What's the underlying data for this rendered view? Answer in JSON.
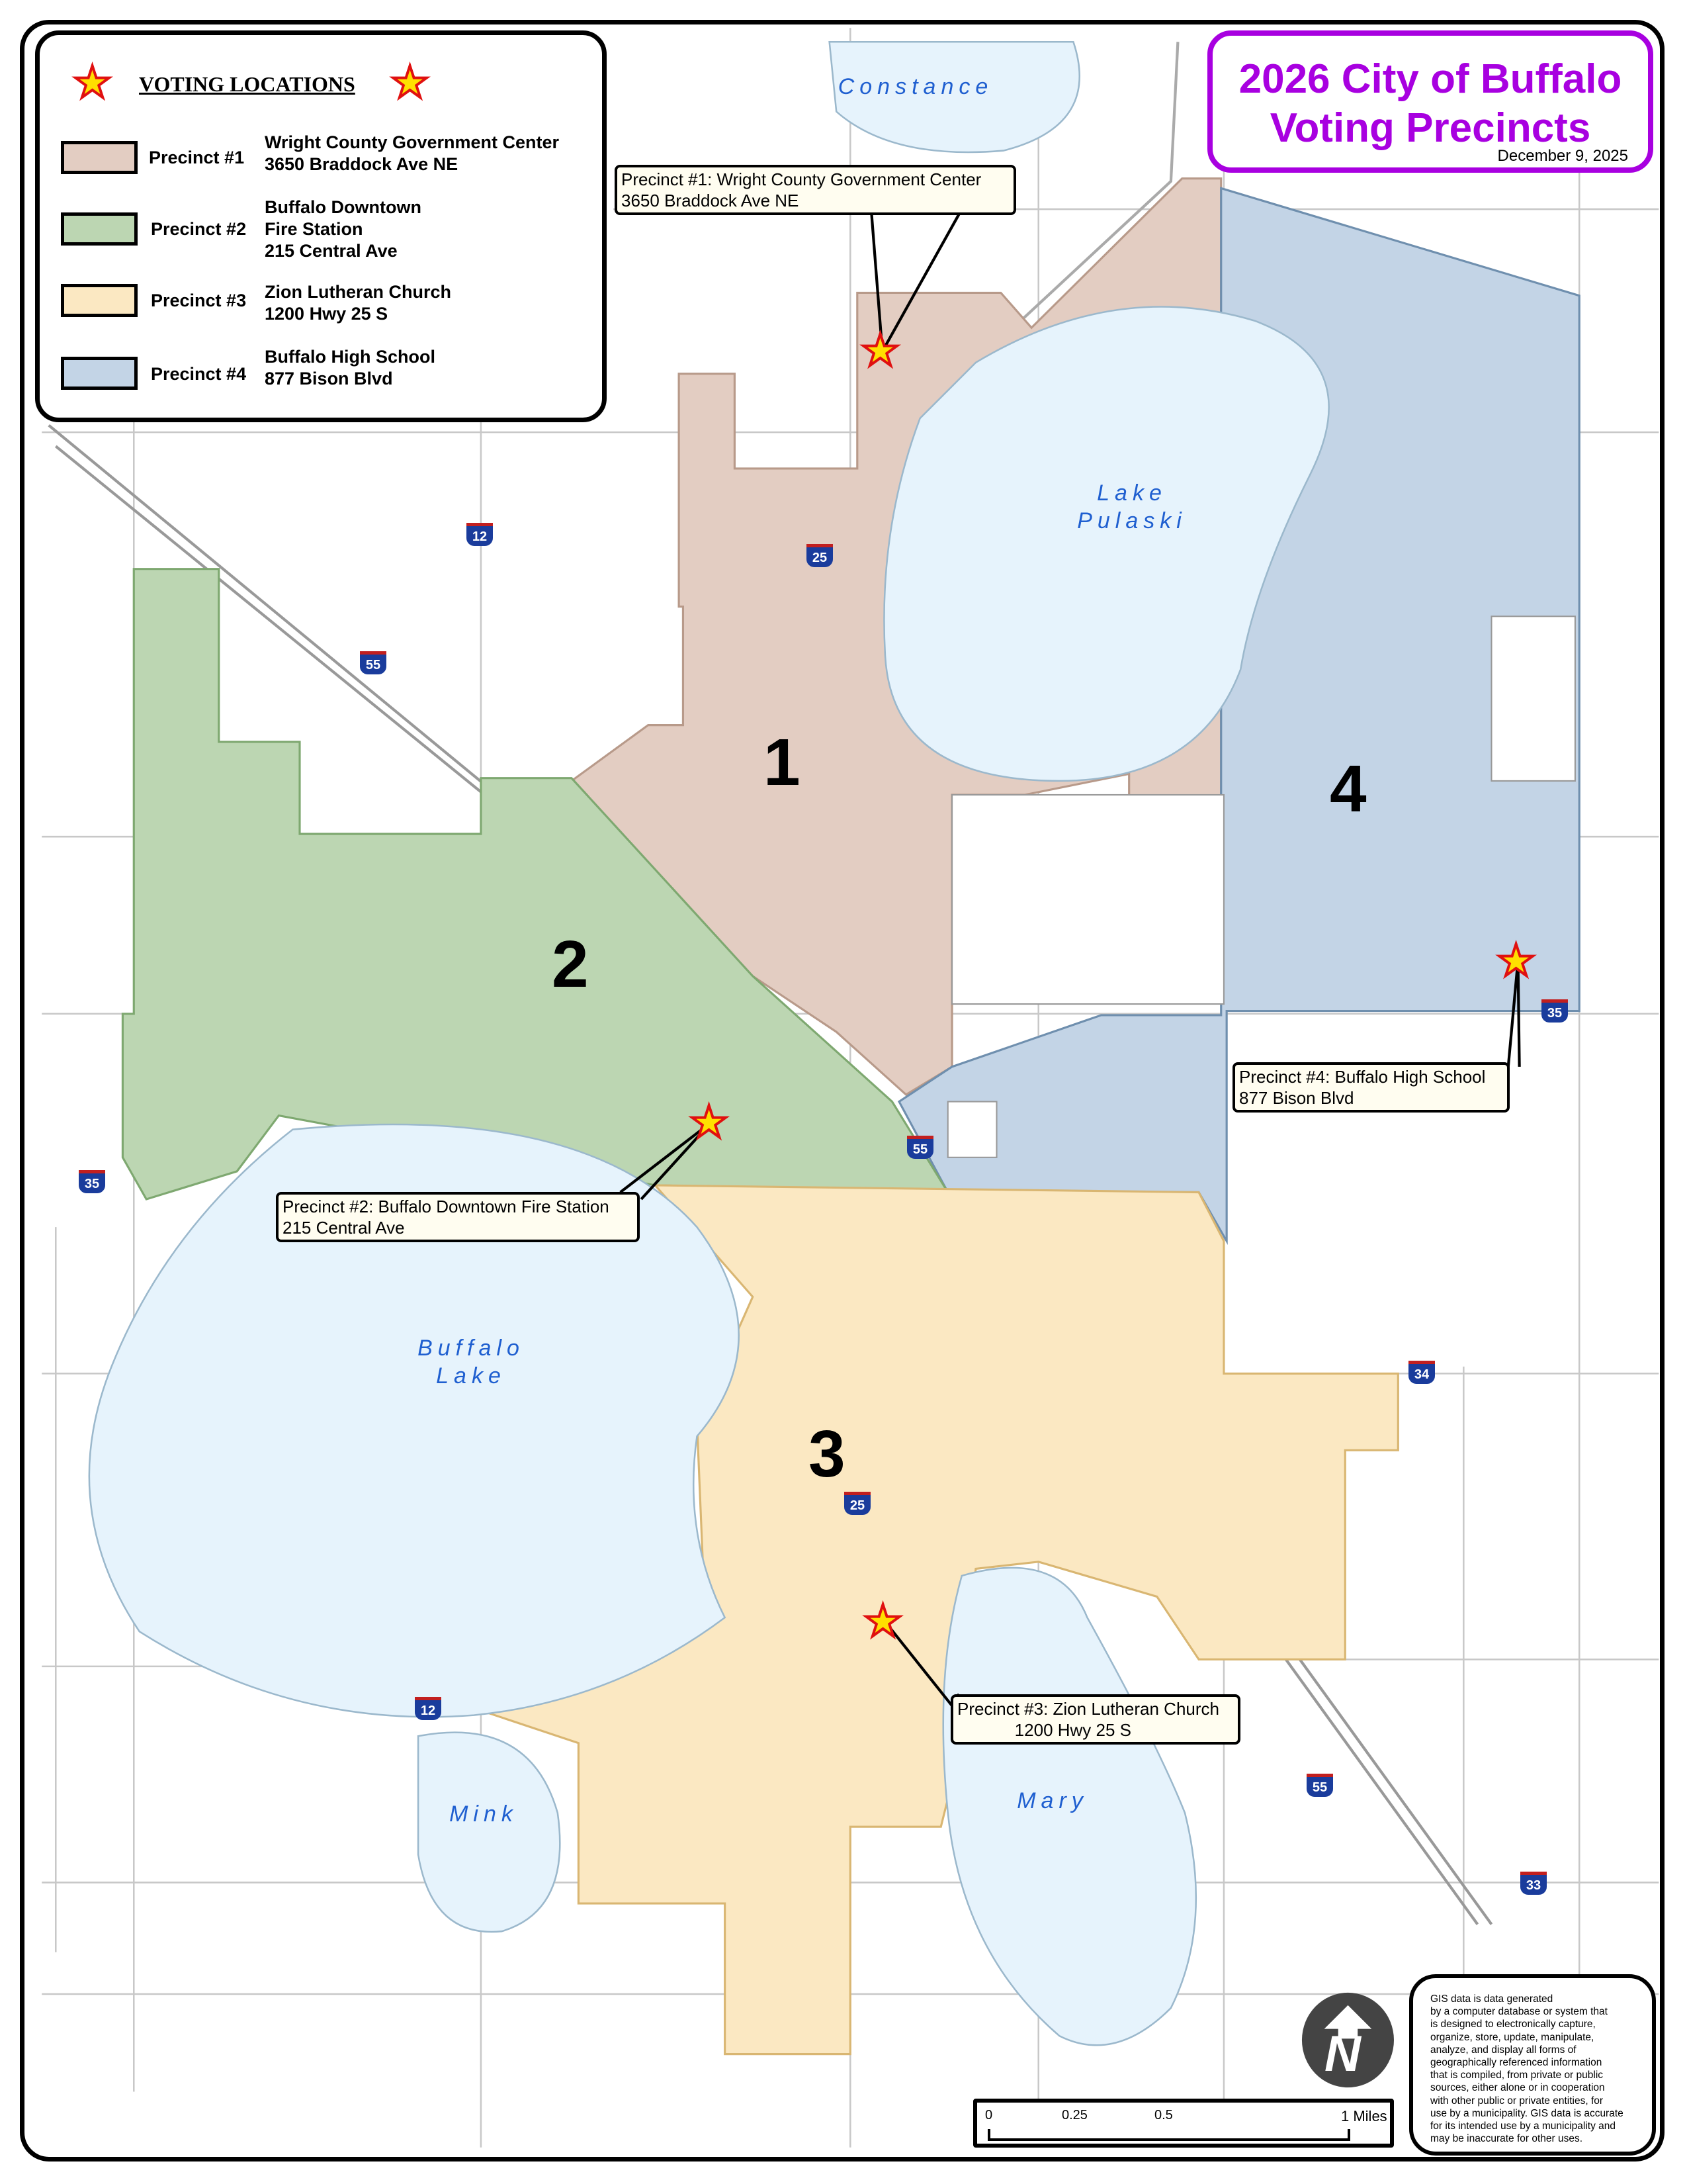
{
  "title": {
    "line1": "2026 City of Buffalo",
    "line2": "Voting Precincts",
    "date": "December 9, 2025",
    "color": "#a800e0"
  },
  "legend": {
    "heading": "VOTING LOCATIONS",
    "items": [
      {
        "label": "Precinct #1",
        "address": "Wright County Government Center\n3650 Braddock Ave NE",
        "color": "#e3cdc2"
      },
      {
        "label": "Precinct #2",
        "address": "Buffalo Downtown\nFire Station\n215 Central Ave",
        "color": "#bcd6b2"
      },
      {
        "label": "Precinct #3",
        "address": "Zion Lutheran Church\n1200 Hwy 25 S",
        "color": "#fbe8c2"
      },
      {
        "label": "Precinct #4",
        "address": "Buffalo High School\n877 Bison Blvd",
        "color": "#c3d4e6"
      }
    ]
  },
  "callouts": [
    {
      "text": "Precinct #1: Wright County Government Center\n3650 Braddock Ave NE"
    },
    {
      "text": "Precinct #2: Buffalo Downtown Fire Station\n215 Central Ave"
    },
    {
      "text": "Precinct #3: Zion Lutheran Church\n            1200 Hwy 25 S"
    },
    {
      "text": "Precinct #4: Buffalo High School\n877 Bison Blvd"
    }
  ],
  "precinct_numbers": [
    "1",
    "2",
    "3",
    "4"
  ],
  "lakes": [
    "Constance",
    "Lake\nPulaski",
    "Buffalo\nLake",
    "Mink",
    "Mary"
  ],
  "highway_shields": [
    "12",
    "25",
    "55",
    "55",
    "35",
    "35",
    "34",
    "25",
    "12",
    "55",
    "33"
  ],
  "scale_bar": {
    "ticks": [
      "0",
      "0.25",
      "0.5",
      "1 Miles"
    ]
  },
  "north_arrow": "N",
  "disclaimer": "GIS data is data generated\nby a computer database or system that\nis designed to electronically capture,\norganize, store, update, manipulate,\nanalyze, and display all forms of\ngeographically referenced information\nthat is compiled, from private or public\nsources, either alone or in cooperation\nwith other public or private entities, for\nuse by a municipality. GIS data is accurate\nfor its intended use by a municipality and\nmay be inaccurate for other uses.",
  "colors": {
    "water": "#e6f3fc",
    "road": "#b8b8b8",
    "star_fill": "#ffe000",
    "star_stroke": "#e01010"
  }
}
